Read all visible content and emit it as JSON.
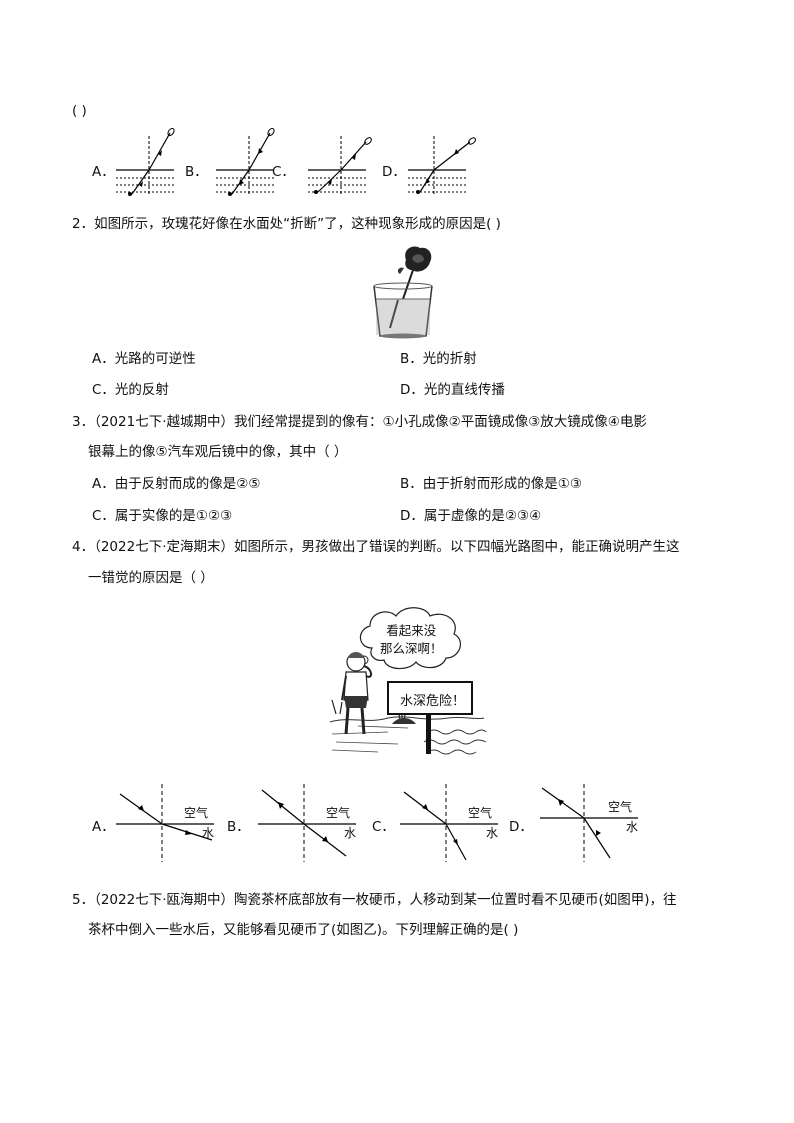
{
  "q1": {
    "tail": "(      )",
    "options": [
      "A．",
      "B．",
      "C．",
      "D．"
    ]
  },
  "q2": {
    "stem": "2．如图所示，玫瑰花好像在水面处“折断”了，这种现象形成的原因是(      )",
    "options": [
      "A．光路的可逆性",
      "B．光的折射",
      "C．光的反射",
      "D．光的直线传播"
    ]
  },
  "q3": {
    "stem_line1": "3．（2021七下·越城期中）我们经常提提到的像有：①小孔成像②平面镜成像③放大镜成像④电影",
    "stem_line2": "银幕上的像⑤汽车观后镜中的像，其中（      ）",
    "options": [
      "A．由于反射而成的像是②⑤",
      "B．由于折射而形成的像是①③",
      "C．属于实像的是①②③",
      "D．属于虚像的是②③④"
    ]
  },
  "q4": {
    "stem_line1": "4．（2022七下·定海期末）如图所示，男孩做出了错误的判断。以下四幅光路图中，能正确说明产生这",
    "stem_line2": "一错觉的原因是（      ）",
    "bubble": [
      "看起来没",
      "那么深啊！"
    ],
    "sign": "水深危险！",
    "diagram_labels": {
      "air": "空气",
      "water": "水"
    },
    "options": [
      "A．",
      "B．",
      "C．",
      "D．"
    ]
  },
  "q5": {
    "stem_line1": "5．（2022七下·瓯海期中）陶瓷茶杯底部放有一枚硬币，人移动到某一位置时看不见硬币(如图甲)，往",
    "stem_line2": "茶杯中倒入一些水后，又能够看见硬币了(如图乙)。下列理解正确的是(      )"
  }
}
